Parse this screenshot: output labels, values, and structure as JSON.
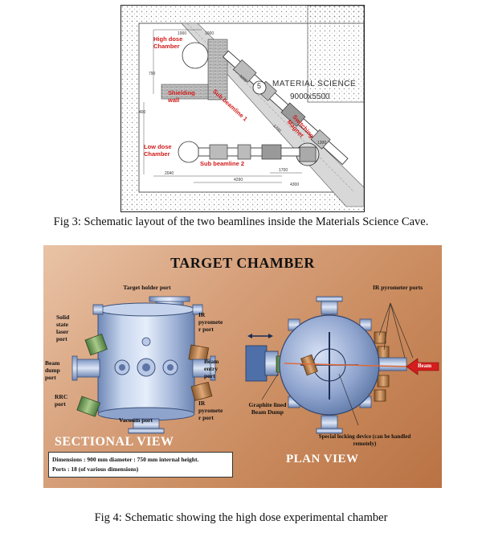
{
  "figure3": {
    "labels": {
      "high_dose_chamber": "High dose Chamber",
      "shielding_wall": "Shielding wall",
      "sub_beamline_1": "Sub beamline 1",
      "switching_magnet": "Switching Magnet",
      "low_dose_chamber": "Low dose Chamber",
      "sub_beamline_2": "Sub beamline 2",
      "room_name": "MATERIAL SCIENCE",
      "room_size": "9000x5500",
      "marker": "5",
      "dims": [
        "1000",
        "1000",
        "790",
        "400",
        "4290",
        "2040",
        "1700",
        "1700",
        "1300",
        "1000",
        "4300"
      ]
    },
    "caption": "Fig 3: Schematic layout of the two beamlines inside the Materials Science Cave."
  },
  "figure4": {
    "title": "TARGET CHAMBER",
    "section_label": "SECTIONAL VIEW",
    "plan_label": "PLAN VIEW",
    "labels": {
      "target_holder": "Target holder port",
      "solid_state_laser": "Solid state laser port",
      "beam_dump": "Beam dump port",
      "rrc_port": "RRC port",
      "vacuum_port": "Vacuum port",
      "ir_port_top": "IR pyromete r port",
      "beam_entry": "Beam entry port",
      "ir_port_bottom": "IR pyromete r port",
      "ir_pyrometer_ports": "IR pyrometer ports",
      "beam": "Beam",
      "graphite": "Graphite lined Beam Dump",
      "special_locking": "Special locking device (can be handled remotely)"
    },
    "dimensions_line1": "Dimensions : 900 mm diameter : 750 mm internal height.",
    "dimensions_line2": "Ports : 18 (of various dimensions)",
    "caption": "Fig 4: Schematic showing the high dose experimental chamber"
  }
}
